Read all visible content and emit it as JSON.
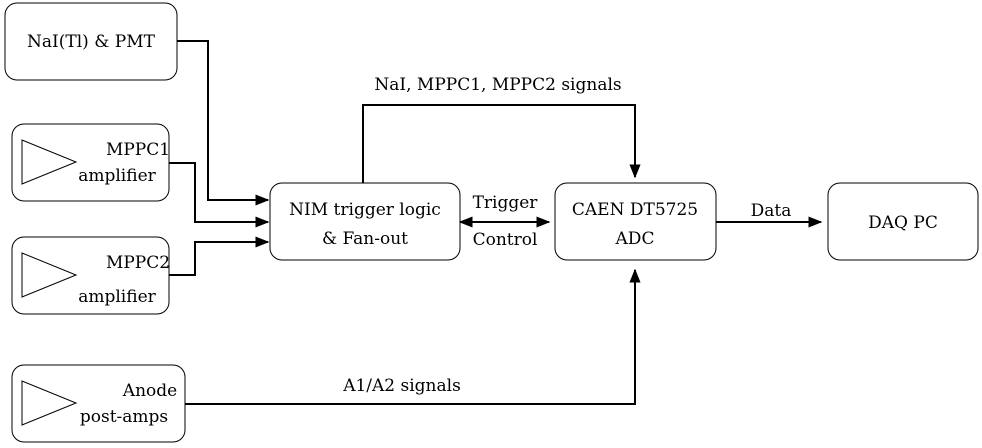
{
  "blocks": {
    "nai_pmt": {
      "label": "NaI(Tl) & PMT"
    },
    "mppc1_amp": {
      "line1": "MPPC1",
      "line2": "amplifier"
    },
    "mppc2_amp": {
      "line1": "MPPC2",
      "line2": "amplifier"
    },
    "anode_amp": {
      "line1": "Anode",
      "line2": "post-amps"
    },
    "nim": {
      "line1": "NIM trigger logic",
      "line2": "& Fan-out"
    },
    "adc": {
      "line1": "CAEN DT5725",
      "line2": "ADC"
    },
    "daq": {
      "label": "DAQ PC"
    }
  },
  "connections": {
    "signals_label": "NaI, MPPC1, MPPC2 signals",
    "trigger_label": "Trigger",
    "control_label": "Control",
    "data_label": "Data",
    "anode_signals_label": "A1/A2 signals"
  }
}
